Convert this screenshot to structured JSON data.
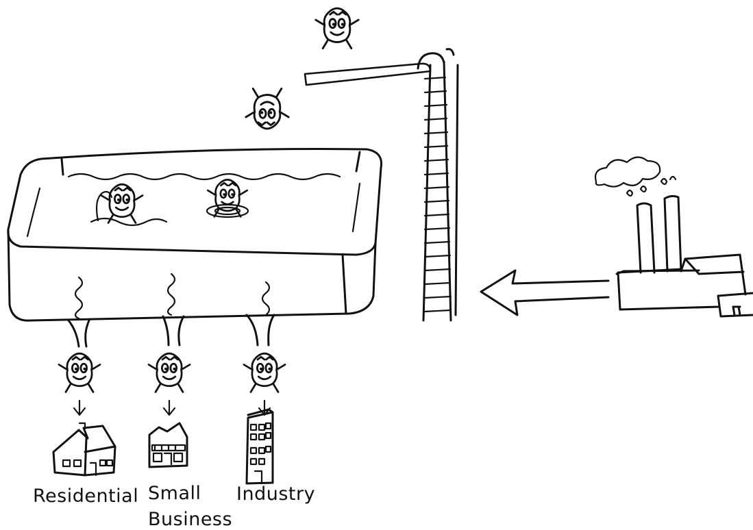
{
  "labels": {
    "residential": "Residential",
    "small_business_line1": "Small",
    "small_business_line2": "Business",
    "industry": "Industry"
  },
  "colors": {
    "ink": "#111111",
    "background": "#ffffff"
  },
  "icons": [
    "droplet-character-icon",
    "house-icon",
    "shop-icon",
    "office-tower-icon",
    "factory-icon",
    "diving-board-icon",
    "ladder-icon",
    "left-arrow-icon"
  ]
}
